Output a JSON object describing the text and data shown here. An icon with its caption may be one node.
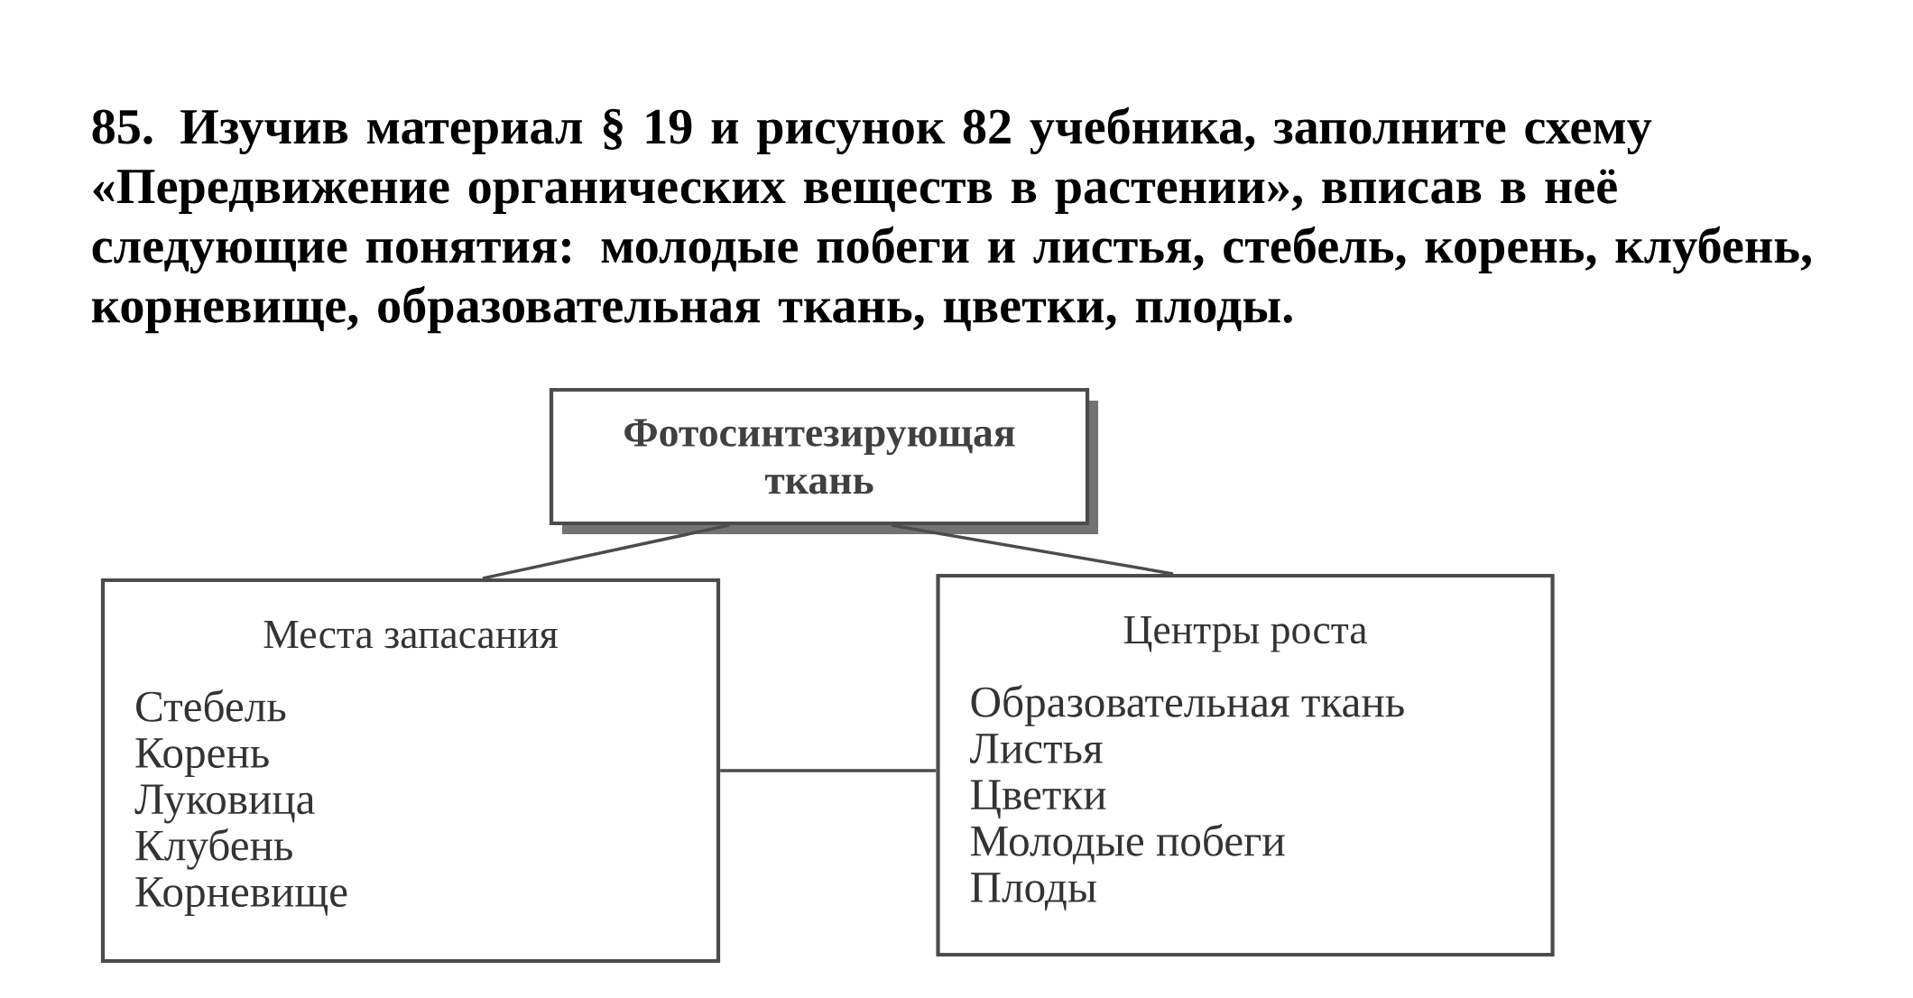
{
  "diagram": {
    "title": "85. Изучив материал § 19 и рисунок 82 учебника, заполните схему «Передвижение органических веществ в растении», вписав в неё следующие понятия: молодые побеги и листья, стебель, корень, клубень, корневище, образовательная ткань, цветки, плоды.",
    "nodes": [
      {
        "text": [
          "Фотосинтезирующая ткань"
        ]
      },
      {
        "text": [
          "Места запасания",
          "Стебель",
          "Корень",
          "Луковица",
          "Клубень",
          "Корневище"
        ]
      },
      {
        "text": [
          "Центры роста",
          "Образовательная ткань",
          "Листья",
          "Цветки",
          "Молодые побеги",
          "Плоды"
        ]
      }
    ],
    "edges": [
      {
        "from": 0,
        "to": 1,
        "arrow": "none"
      },
      {
        "from": 0,
        "to": 2,
        "arrow": "none"
      },
      {
        "from": 1,
        "to": 2,
        "arrow": "none"
      }
    ]
  }
}
